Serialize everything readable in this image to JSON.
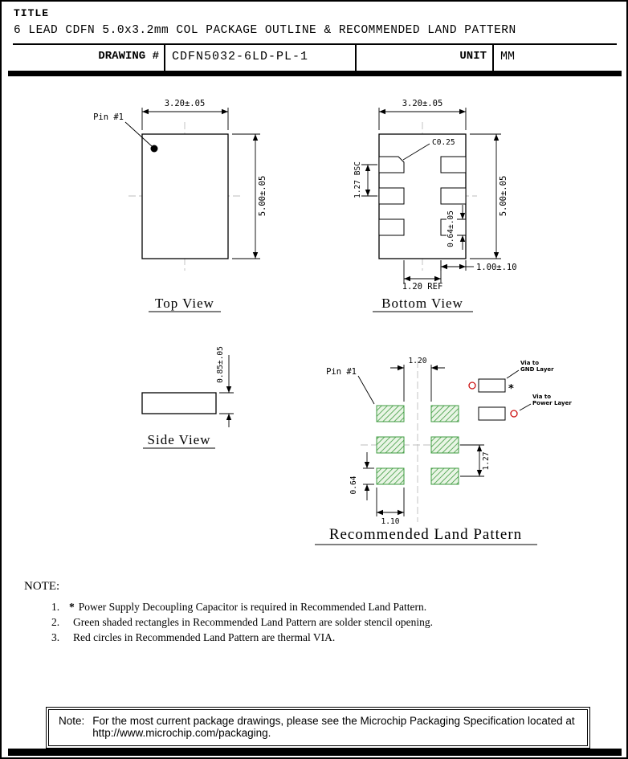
{
  "header": {
    "title_label": "TITLE",
    "title": "6 LEAD CDFN 5.0x3.2mm COL PACKAGE OUTLINE & RECOMMENDED LAND PATTERN",
    "drawing_label": "DRAWING #",
    "drawing_number": "CDFN5032-6LD-PL-1",
    "unit_label": "UNIT",
    "unit_value": "MM"
  },
  "views": {
    "top": {
      "label": "Top View",
      "pin1": "Pin #1",
      "dim_width": "3.20±.05",
      "dim_height": "5.00±.05"
    },
    "bottom": {
      "label": "Bottom View",
      "dim_width": "3.20±.05",
      "dim_height": "5.00±.05",
      "chamfer": "C0.25",
      "pitch": "1.27 BSC",
      "pad_width": "0.64±.05",
      "pad_length": "1.00±.10",
      "inner_span": "1.20 REF"
    },
    "side": {
      "label": "Side View",
      "dim_height": "0.85±.05"
    },
    "land": {
      "label": "Recommended Land Pattern",
      "pin1": "Pin #1",
      "dim_span": "1.20",
      "dim_pitch": "1.27",
      "dim_pad_h": "0.64",
      "dim_pad_w": "1.10",
      "via_gnd_1": "Via to",
      "via_gnd_2": "GND Layer",
      "via_pwr_1": "Via to",
      "via_pwr_2": "Power Layer",
      "cap_marker": "*"
    }
  },
  "notes": {
    "heading": "NOTE:",
    "items": [
      {
        "num": "1.",
        "prefix": "*",
        "text": "Power Supply Decoupling Capacitor is required in Recommended Land Pattern."
      },
      {
        "num": "2.",
        "prefix": "",
        "text": "Green shaded rectangles in Recommended Land Pattern are solder stencil opening."
      },
      {
        "num": "3.",
        "prefix": "",
        "text": "Red circles in Recommended Land Pattern are thermal VIA."
      }
    ]
  },
  "footer": {
    "label": "Note:",
    "text": "For the most current package drawings, please see the Microchip Packaging Specification located at",
    "url": "http://www.microchip.com/packaging."
  },
  "colors": {
    "pad_green_fill": "#e9f5e5",
    "pad_green_line": "#3f9b41",
    "via_red": "#cc1111"
  }
}
